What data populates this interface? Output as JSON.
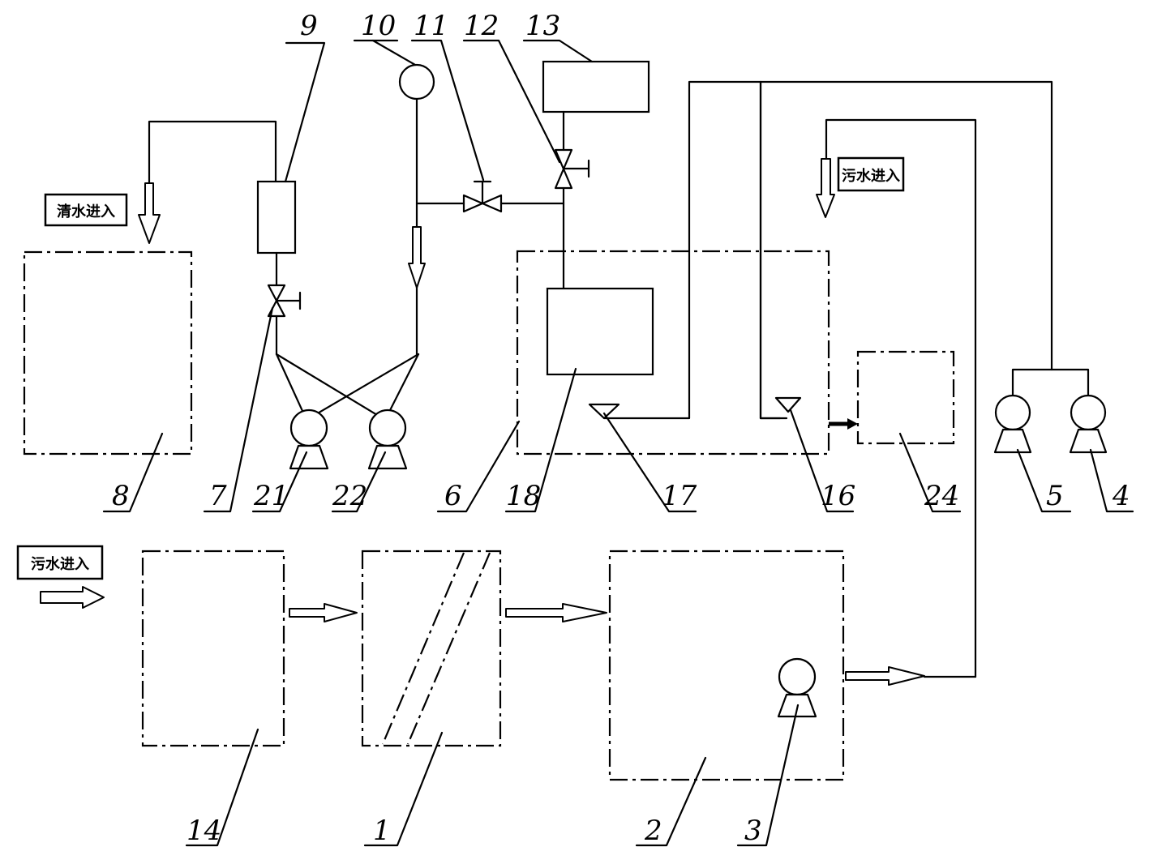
{
  "labels": {
    "clean_water_in": "清水进入",
    "sewage_in_top": "污水进入",
    "sewage_in_left": "污水进入"
  },
  "numbers": {
    "n1": "1",
    "n2": "2",
    "n3": "3",
    "n4": "4",
    "n5": "5",
    "n6": "6",
    "n7": "7",
    "n8": "8",
    "n9": "9",
    "n10": "10",
    "n11": "11",
    "n12": "12",
    "n13": "13",
    "n14": "14",
    "n16": "16",
    "n17": "17",
    "n18": "18",
    "n21": "21",
    "n22": "22",
    "n24": "24"
  },
  "colors": {
    "line": "#000000",
    "background": "#ffffff"
  }
}
